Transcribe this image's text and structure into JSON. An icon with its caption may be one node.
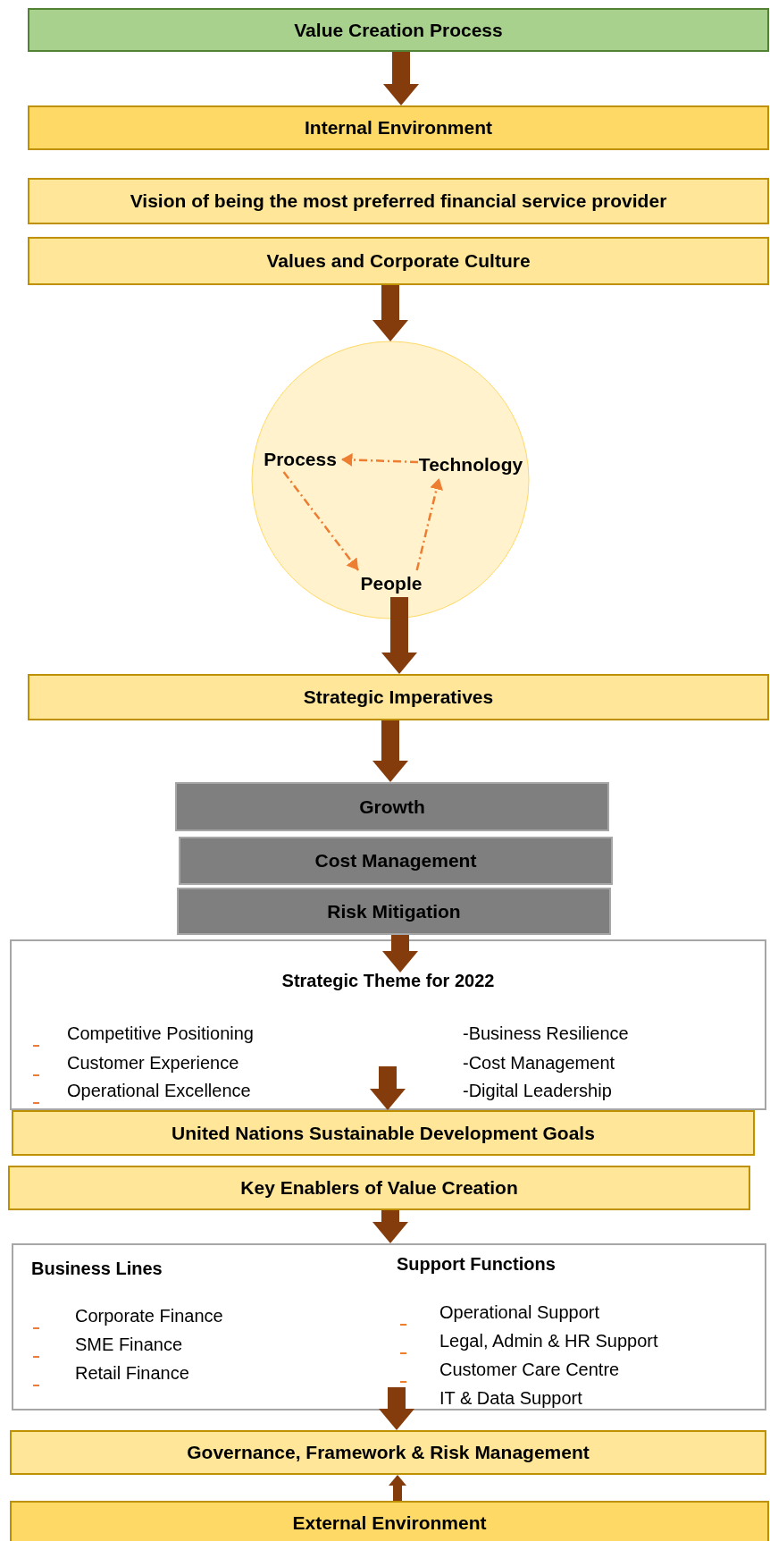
{
  "diagram": {
    "nodes": [
      {
        "text": [
          "Value Creation Process"
        ]
      },
      {
        "text": [
          "Internal Environment"
        ]
      },
      {
        "text": [
          "Vision of being the most preferred financial service provider"
        ]
      },
      {
        "text": [
          "Values and Corporate Culture"
        ]
      },
      {
        "text": [],
        "shape": "circle"
      },
      {
        "text": [
          "Process"
        ],
        "in": 4
      },
      {
        "text": [
          "Technology"
        ],
        "in": 4
      },
      {
        "text": [
          "People"
        ],
        "in": 4
      },
      {
        "text": [
          "Strategic Imperatives"
        ]
      },
      {
        "text": [
          "Growth"
        ]
      },
      {
        "text": [
          "Cost Management"
        ]
      },
      {
        "text": [
          "Risk Mitigation"
        ]
      },
      {
        "text": [
          "Strategic Theme for 2022",
          "Competitive Positioning",
          "Customer Experience",
          "Operational Excellence",
          "-Business Resilience",
          "-Cost Management",
          "-Digital Leadership"
        ]
      },
      {
        "text": [
          "United Nations Sustainable Development Goals"
        ]
      },
      {
        "text": [
          "Key Enablers of Value Creation"
        ]
      },
      {
        "text": [
          "Business Lines",
          "Corporate Finance",
          "SME Finance",
          "Retail Finance",
          "Support Functions",
          "Operational Support",
          "Legal, Admin & HR Support",
          "Customer Care Centre",
          "IT & Data Support"
        ]
      },
      {
        "text": [
          "Governance, Framework & Risk Management"
        ]
      },
      {
        "text": [
          "External Environment"
        ]
      }
    ],
    "edges": [
      {
        "from": 0,
        "to": 1,
        "arrow": "to"
      },
      {
        "from": 3,
        "to": 4,
        "arrow": "to"
      },
      {
        "from": 6,
        "to": 5,
        "arrow": "to",
        "style": "dashed",
        "color": "#ed7d31"
      },
      {
        "from": 5,
        "to": 7,
        "arrow": "to",
        "style": "dashed",
        "color": "#ed7d31"
      },
      {
        "from": 7,
        "to": 6,
        "arrow": "to",
        "style": "dashed",
        "color": "#ed7d31"
      },
      {
        "from": 7,
        "to": 8,
        "arrow": "to"
      },
      {
        "from": 8,
        "to": 9,
        "arrow": "to"
      },
      {
        "from": 11,
        "to": 12,
        "arrow": "to"
      },
      {
        "from": 12,
        "to": 13,
        "arrow": "to"
      },
      {
        "from": 14,
        "to": 15,
        "arrow": "to"
      },
      {
        "from": 15,
        "to": 16,
        "arrow": "to"
      },
      {
        "from": 17,
        "to": 16,
        "arrow": "to"
      }
    ]
  }
}
